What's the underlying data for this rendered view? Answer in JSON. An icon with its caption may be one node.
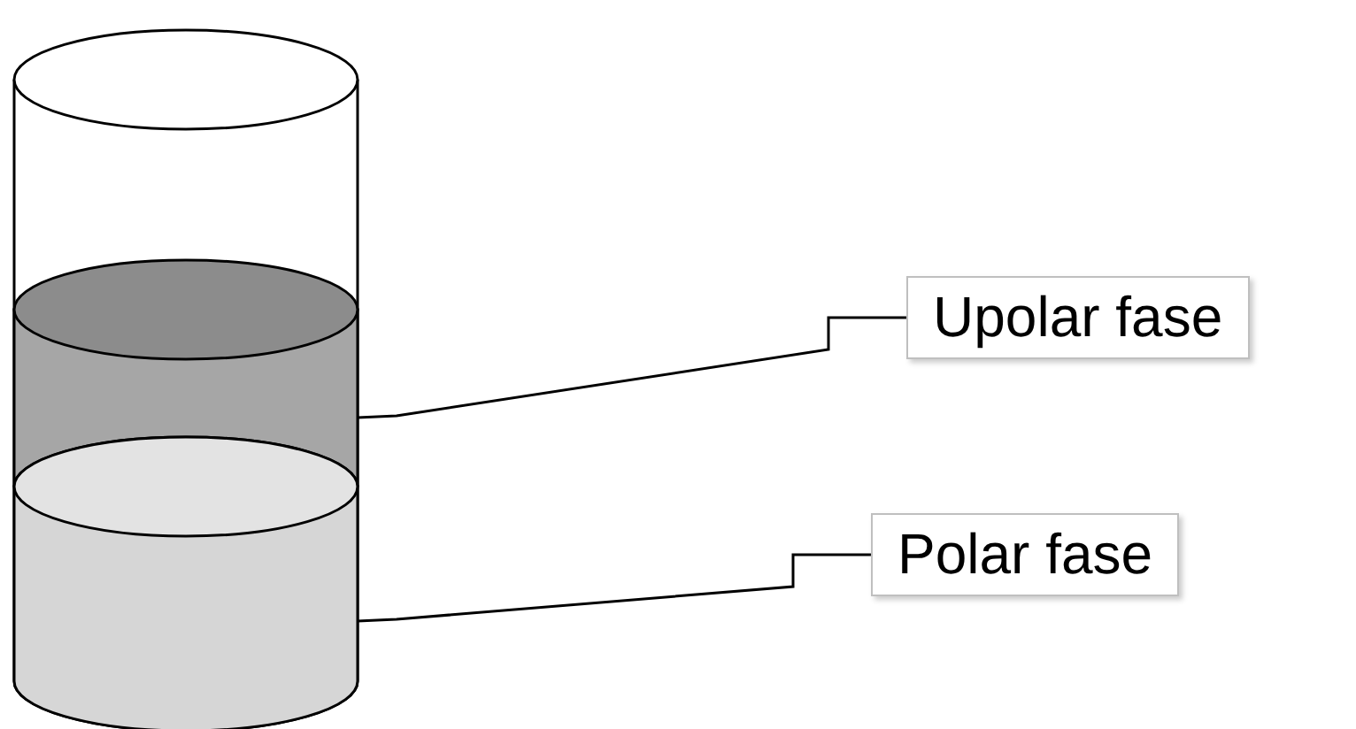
{
  "diagram": {
    "nodes": [
      {
        "text": [],
        "shape": "cylinder"
      },
      {
        "text": [],
        "shape": "cylinder"
      },
      {
        "text": [
          "Upolar fase"
        ]
      },
      {
        "text": [
          "Polar fase"
        ]
      }
    ],
    "edges": [
      {
        "from": 2,
        "to": 0,
        "arrow": "none"
      },
      {
        "from": 3,
        "to": 1,
        "arrow": "none"
      }
    ]
  }
}
